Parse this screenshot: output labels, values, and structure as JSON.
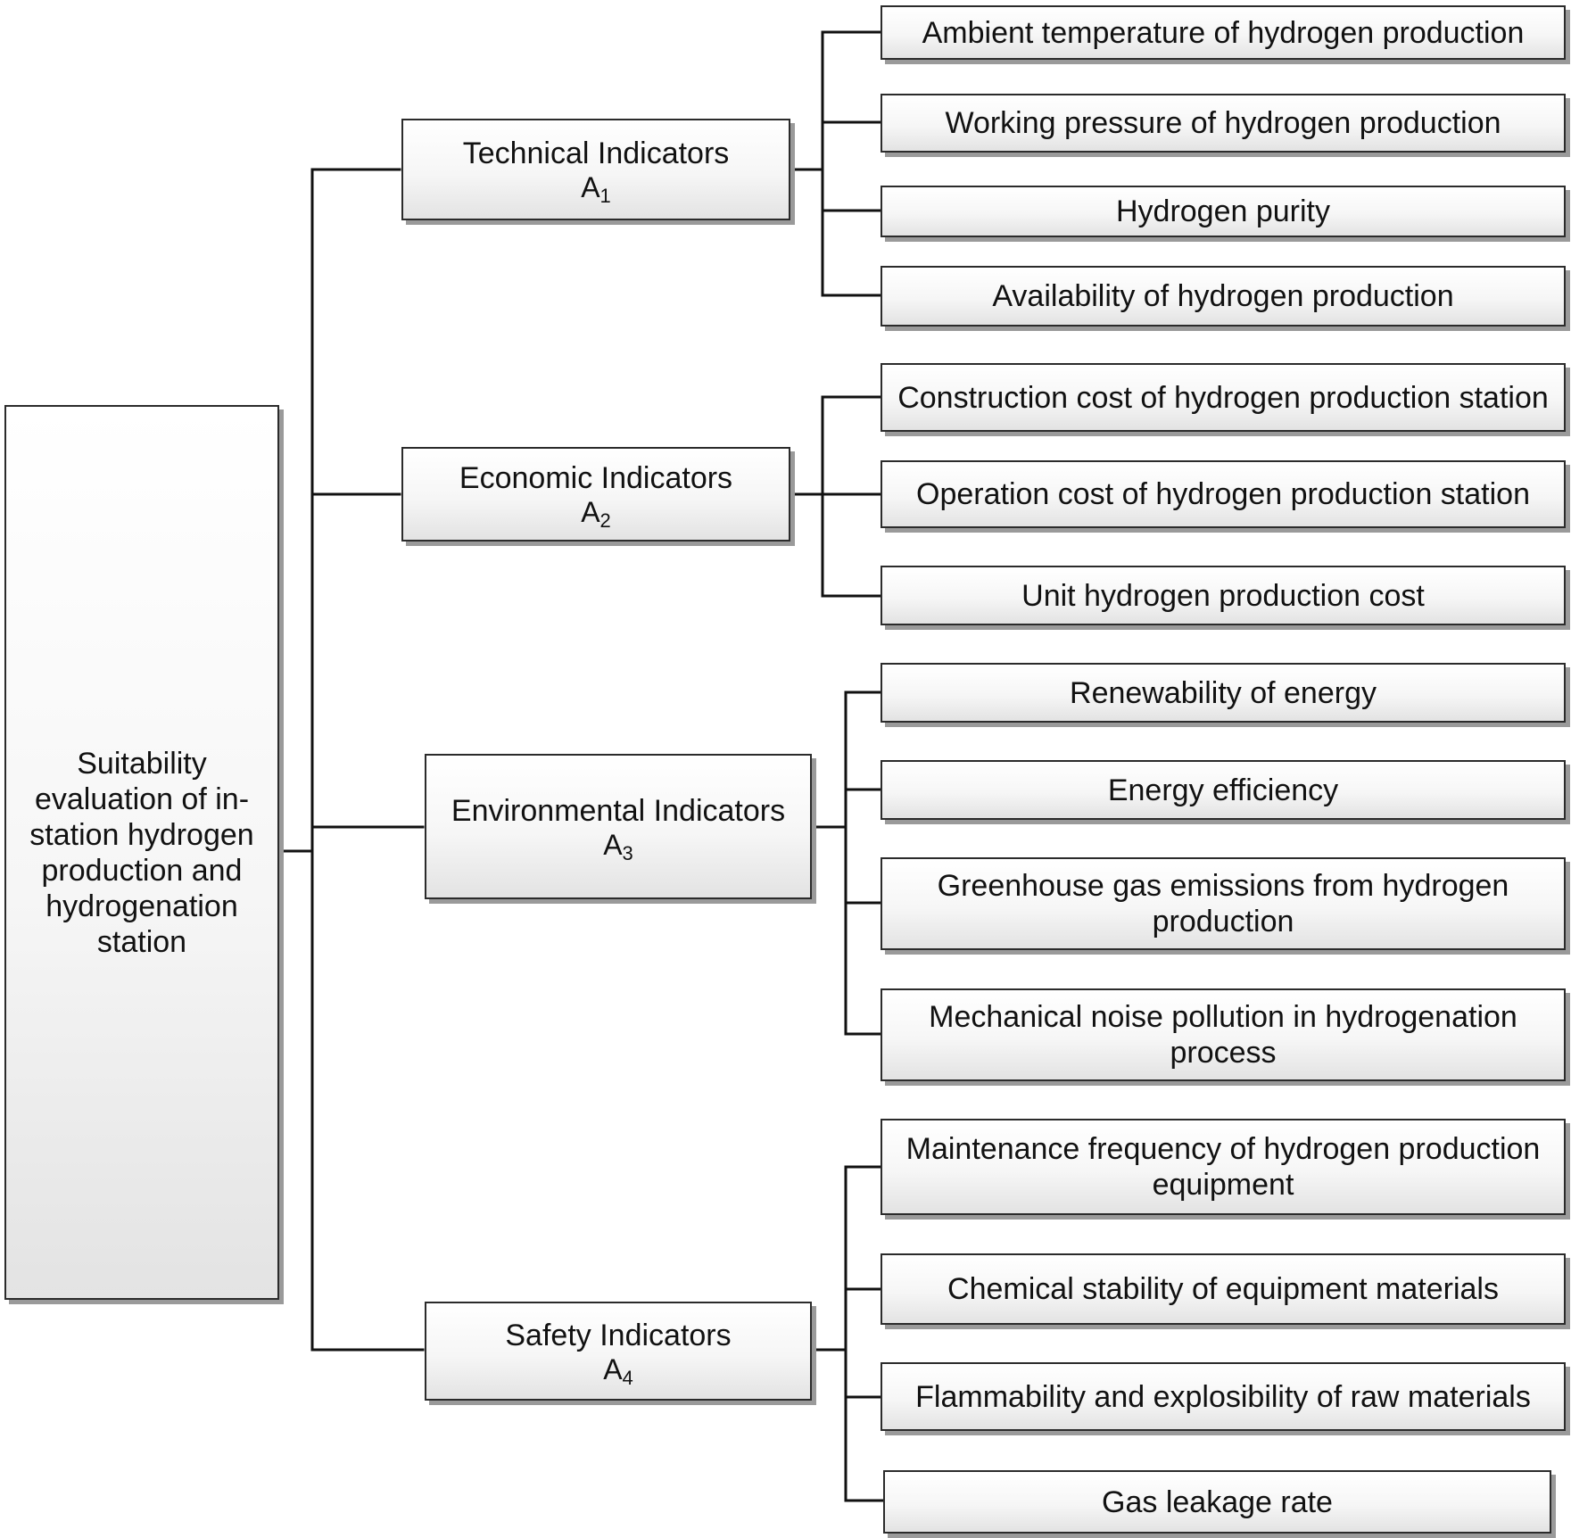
{
  "root": {
    "label": "Suitability evaluation of in-station hydrogen production and hydrogenation station"
  },
  "criteria": [
    {
      "label": "Technical Indicators",
      "code_letter": "A",
      "code_index": "1",
      "children": [
        "Ambient temperature of hydrogen production",
        "Working pressure of hydrogen production",
        "Hydrogen purity",
        "Availability of hydrogen production"
      ]
    },
    {
      "label": "Economic Indicators",
      "code_letter": "A",
      "code_index": "2",
      "children": [
        "Construction cost of hydrogen production station",
        "Operation cost of hydrogen production station",
        "Unit hydrogen production cost"
      ]
    },
    {
      "label": "Environmental Indicators",
      "code_letter": "A",
      "code_index": "3",
      "children": [
        "Renewability of energy",
        "Energy efficiency",
        "Greenhouse gas emissions from hydrogen production",
        "Mechanical noise pollution in hydrogenation process"
      ]
    },
    {
      "label": "Safety Indicators",
      "code_letter": "A",
      "code_index": "4",
      "children": [
        "Maintenance frequency of hydrogen production equipment",
        "Chemical stability of equipment materials",
        "Flammability and explosibility of raw materials",
        "Gas leakage rate"
      ]
    }
  ]
}
